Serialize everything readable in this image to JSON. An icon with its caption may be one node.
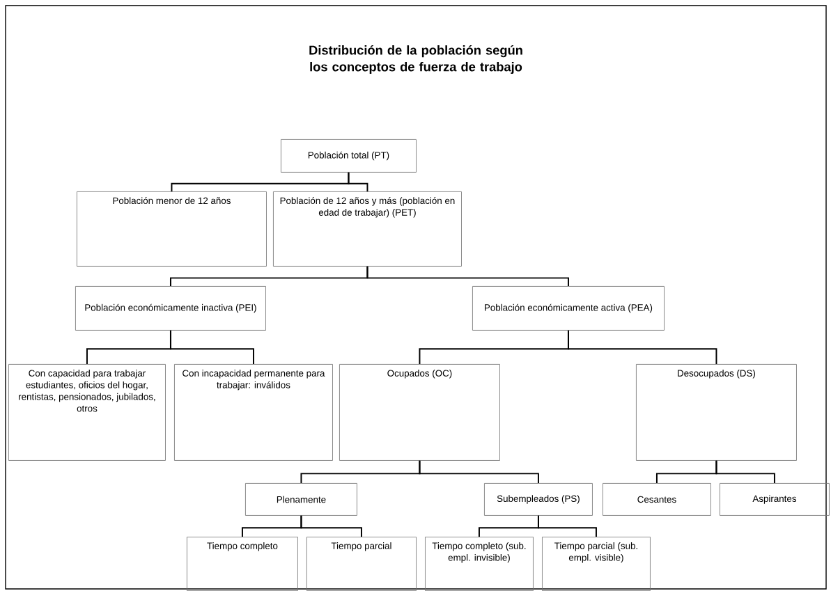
{
  "diagram": {
    "title": "Distribución de la población según los conceptos de fuerza de trabajo",
    "nodes": [
      {
        "text": [
          "Población total (PT)"
        ]
      },
      {
        "text": [
          "Población menor de 12 años"
        ]
      },
      {
        "text": [
          "Población de 12 años y más (población en edad de trabajar) (PET)"
        ]
      },
      {
        "text": [
          "Población económicamente inactiva (PEI)"
        ]
      },
      {
        "text": [
          "Población económicamente activa (PEA)"
        ]
      },
      {
        "text": [
          "Con capacidad para trabajar estudiantes, oficios del hogar, rentistas, pensionados, jubilados, otros"
        ]
      },
      {
        "text": [
          "Con incapacidad permanente para trabajar: inválidos"
        ]
      },
      {
        "text": [
          "Ocupados (OC)"
        ]
      },
      {
        "text": [
          "Desocupados (DS)"
        ]
      },
      {
        "text": [
          "Plenamente"
        ]
      },
      {
        "text": [
          "Subempleados (PS)"
        ]
      },
      {
        "text": [
          "Cesantes"
        ]
      },
      {
        "text": [
          "Aspirantes"
        ]
      },
      {
        "text": [
          "Tiempo completo"
        ]
      },
      {
        "text": [
          "Tiempo parcial"
        ]
      },
      {
        "text": [
          "Tiempo completo (sub. empl. invisible)"
        ]
      },
      {
        "text": [
          "Tiempo parcial (sub. empl. visible)"
        ]
      }
    ],
    "edges": [
      {
        "from": 0,
        "to": 1,
        "arrow": "none"
      },
      {
        "from": 0,
        "to": 2,
        "arrow": "none"
      },
      {
        "from": 2,
        "to": 3,
        "arrow": "none"
      },
      {
        "from": 2,
        "to": 4,
        "arrow": "none"
      },
      {
        "from": 3,
        "to": 5,
        "arrow": "none"
      },
      {
        "from": 3,
        "to": 6,
        "arrow": "none"
      },
      {
        "from": 4,
        "to": 7,
        "arrow": "none"
      },
      {
        "from": 4,
        "to": 8,
        "arrow": "none"
      },
      {
        "from": 7,
        "to": 9,
        "arrow": "none"
      },
      {
        "from": 7,
        "to": 10,
        "arrow": "none"
      },
      {
        "from": 8,
        "to": 11,
        "arrow": "none"
      },
      {
        "from": 8,
        "to": 12,
        "arrow": "none"
      },
      {
        "from": 9,
        "to": 13,
        "arrow": "none"
      },
      {
        "from": 9,
        "to": 14,
        "arrow": "none"
      },
      {
        "from": 10,
        "to": 15,
        "arrow": "none"
      },
      {
        "from": 10,
        "to": 16,
        "arrow": "none"
      }
    ]
  }
}
